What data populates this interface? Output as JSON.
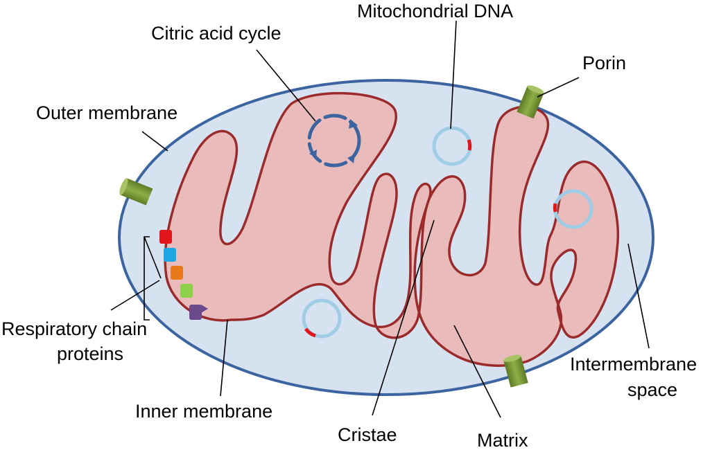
{
  "labels": {
    "citric_acid_cycle": "Citric acid cycle",
    "mitochondrial_dna": "Mitochondrial DNA",
    "porin": "Porin",
    "outer_membrane": "Outer membrane",
    "respiratory_chain_line1": "Respiratory chain",
    "respiratory_chain_line2": "proteins",
    "inner_membrane": "Inner membrane",
    "cristae": "Cristae",
    "matrix": "Matrix",
    "intermembrane_line1": "Intermembrane",
    "intermembrane_line2": "space"
  },
  "colors": {
    "outer_membrane_stroke": "#3B64A0",
    "intermembrane_fill": "#D6E2F0",
    "matrix_fill": "#EABBBB",
    "inner_membrane_stroke": "#9B2B2B",
    "citric_cycle_arrows": "#3B64A0",
    "dna_ring": "#9FCDE6",
    "dna_marker": "#E3161B",
    "porin": "#7E9B3B",
    "chain_proteins": [
      "#E3161B",
      "#1FA7E1",
      "#E87A1C",
      "#8DD14A",
      "#6B4A8C"
    ]
  },
  "icons": [
    "porin-icon",
    "citric-acid-cycle-icon",
    "mitochondrial-dna-icon",
    "respiratory-chain-protein-icon"
  ]
}
